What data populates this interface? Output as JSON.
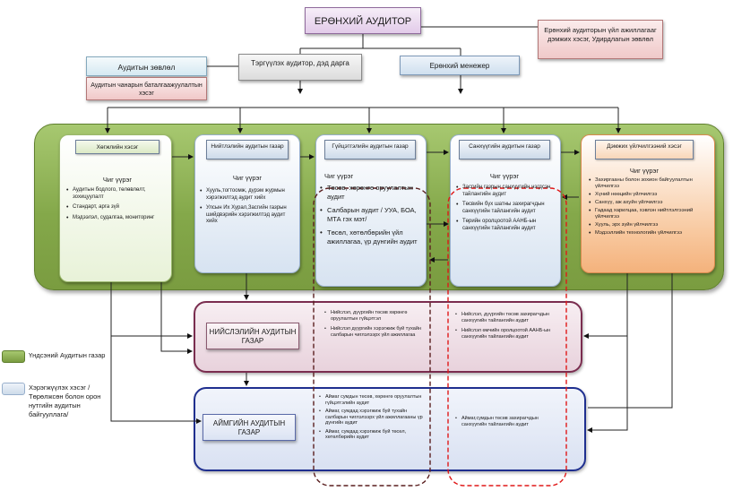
{
  "top": {
    "auditor_general": "ЕРӨНХИЙ АУДИТОР",
    "gov_dept": "Ерөнхий аудиторын үйл ажиллагааг дэмжих хэсэг, Удирдлагын зөвлөл",
    "deputy": "Тэргүүлэх аудитор, дэд дарга",
    "general_manager": "Ерөнхий менежер",
    "council": "Аудитын зөвлөл",
    "quality": "Аудитын чанарын баталгаажуулалтын хэсэг"
  },
  "units": [
    {
      "title": "Хөгжлийн хэсэг",
      "sub": "Чиг үүрэг",
      "items": [
        "Аудитын бодлого, төлөвлөлт, зохицуулалт",
        "Стандарт, арга зүй",
        "Мэдээлэл, судалгаа, мониторинг"
      ]
    },
    {
      "title": "Нийтлэлийн аудитын газар",
      "sub": "Чиг үүрэг",
      "items": [
        "Хууль,тогтоомж, дүрэм журмын хэрэгжилтэд аудит хийх",
        "Улсын Их Хурал,Засгийн газрын шийдвэрийн хэрэгжилтэд аудит хийх"
      ]
    },
    {
      "title": "Гүйцэтгэлийн аудитын газар",
      "sub": "Чиг үүрэг",
      "items": [
        "Төсөв, хөрөнгө оруулалтын аудит",
        "Салбарын аудит / УУА, БОА, МТА гэх мэт/",
        "Төсөл, хөтөлбөрийн үйл ажиллагаа, үр дүнгийн аудит"
      ]
    },
    {
      "title": "Санхүүгийн аудитын газар",
      "sub": "Чиг үүрэг",
      "items": [
        "Засгийн газрын санхүүгийн нэгдсэн тайлангийн аудит",
        "Төсвийн бүх шатны захирагчдын санхүүгийн тайлангийн аудит",
        "Төрийн оролцоотой ААНБ-ын санхүүгийн тайлангийн аудит"
      ]
    },
    {
      "title": "Дэмжих үйлчилгээний хэсэг",
      "sub": "Чиг үүрэг",
      "items": [
        "Захиргааны болон зохион байгуулалтын үйлчилгээ",
        "Хүний нөөцийн үйлчилгээ",
        "Санхүү, аж ахуйн үйлчилгээ",
        "Гадаад харилцаа, хэвлэн нийтлэлгээний үйлчилгээ",
        "Хууль, эрх зүйн үйлчилгээ",
        "Мэдээллийн технологийн үйлчилгээ"
      ]
    }
  ],
  "city": {
    "title": "НИЙСЛЭЛИЙН АУДИТЫН ГАЗАР",
    "perf_items": [
      "Нийслэл, дүүргийн төсөв хөрөнгө оруулалтын гүйцэтгэл",
      "Нийслэл дүүргийн хэрэгжиж буй тухайн салбарын чиглэлээрх үйл ажиллагаа"
    ],
    "fin_items": [
      "Нийслэл, дүүргийн төсөв захирагчдын санхүүгийн тайлангийн аудит",
      "Нийслэл өмчийн оролцоотой ААНБ-ын санхүүгийн тайлангийн аудит"
    ]
  },
  "aimag": {
    "title": "АЙМГИЙН АУДИТЫН ГАЗАР",
    "perf_items": [
      "Аймаг сумдын төсөв, хөрөнгө оруулалтын гүйцэтгэлийн аудит",
      "Аймаг, сумдад хэрэгжиж буй тухайн салбарын чиглэлээрх үйл ажиллагааны үр дүнгийн аудит",
      "Аймаг, сумдад хэрэгжиж буй төсөл, хөтөлбөрийн аудит"
    ],
    "fin_items": [
      "Аймаг,сумдын төсөв захирагчдын санхүүгийн тайлангийн аудит"
    ]
  },
  "legend": [
    {
      "label": "Үндсэний Аудитын газар"
    },
    {
      "label": "Хэрэгжүүлэх хэсэг /Төрөлжсөн болон орон нутгийн аудитын байгууллага/"
    }
  ]
}
